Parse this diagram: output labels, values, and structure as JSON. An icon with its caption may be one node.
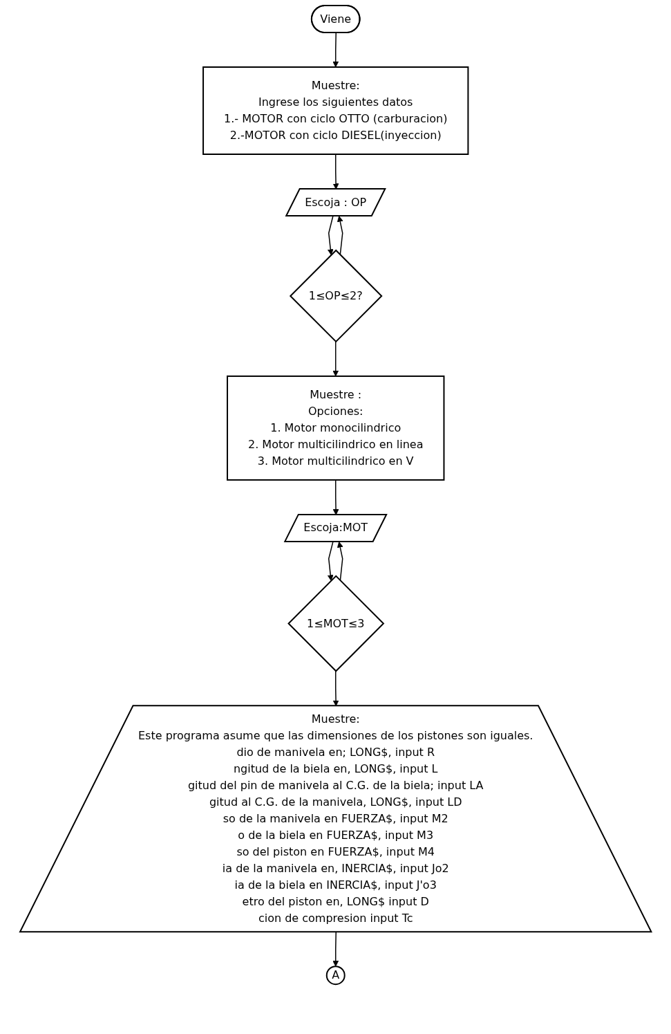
{
  "diagram": {
    "nodes": [
      {
        "text": [
          "Viene"
        ]
      },
      {
        "text": [
          "Muestre:",
          "Ingrese los siguientes datos",
          "1.- MOTOR con ciclo OTTO (carburacion)",
          "2.-MOTOR con ciclo DIESEL(inyeccion)"
        ]
      },
      {
        "text": [
          "Escoja : OP"
        ]
      },
      {
        "text": [
          "1≤OP≤2?"
        ]
      },
      {
        "text": [
          "Muestre :",
          "Opciones:",
          "1. Motor monocilindrico",
          "2. Motor multicilindrico en linea",
          "3. Motor multicilindrico en V"
        ]
      },
      {
        "text": [
          "Escoja:MOT"
        ]
      },
      {
        "text": [
          "1≤MOT≤3"
        ]
      },
      {
        "text": [
          "Muestre:",
          "Este programa asume que las dimensiones de los pistones son iguales.",
          "dio de manivela en; LONG$, input R",
          "ngitud de la biela en, LONG$, input L",
          "gitud del pin de manivela al C.G. de la biela; input LA",
          "gitud al C.G. de la manivela, LONG$, input LD",
          "so de la manivela en FUERZA$, input M2",
          "o de la biela en FUERZA$, input M3",
          "so del piston en FUERZA$, input M4",
          "ia de la manivela en, INERCIA$, input Jo2",
          "ia de la biela en INERCIA$, input J'o3",
          "etro del piston en, LONG$ input D",
          "cion de compresion input Tc"
        ]
      },
      {
        "text": [
          "A"
        ]
      }
    ],
    "edges": [
      {
        "from": 0,
        "to": 1,
        "arrow": "to"
      },
      {
        "from": 1,
        "to": 2,
        "arrow": "to"
      },
      {
        "from": 2,
        "to": 3,
        "arrow": "to"
      },
      {
        "from": 3,
        "to": 2,
        "arrow": "to"
      },
      {
        "from": 3,
        "to": 4,
        "arrow": "to"
      },
      {
        "from": 4,
        "to": 5,
        "arrow": "to"
      },
      {
        "from": 5,
        "to": 6,
        "arrow": "to"
      },
      {
        "from": 6,
        "to": 5,
        "arrow": "to"
      },
      {
        "from": 6,
        "to": 7,
        "arrow": "to"
      },
      {
        "from": 7,
        "to": 8,
        "arrow": "to"
      }
    ]
  }
}
